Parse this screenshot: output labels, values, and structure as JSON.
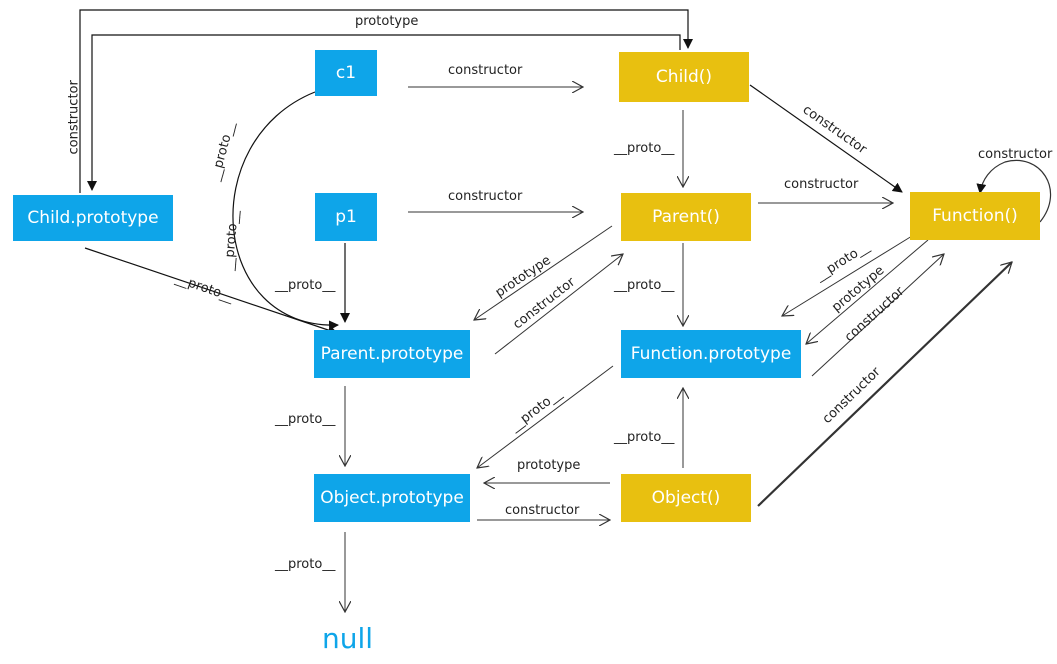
{
  "nodes": {
    "c1": "c1",
    "p1": "p1",
    "child_prototype": "Child.prototype",
    "parent_prototype": "Parent.prototype",
    "object_prototype": "Object.prototype",
    "child_fn": "Child()",
    "parent_fn": "Parent()",
    "function_fn": "Function()",
    "function_prototype": "Function.prototype",
    "object_fn": "Object()",
    "null": "null"
  },
  "labels": {
    "prototype": "prototype",
    "constructor": "constructor",
    "proto": "__proto__"
  },
  "colors": {
    "instance_box": "#0ea5e9",
    "function_box": "#e8c010",
    "arrow": "#333333"
  }
}
